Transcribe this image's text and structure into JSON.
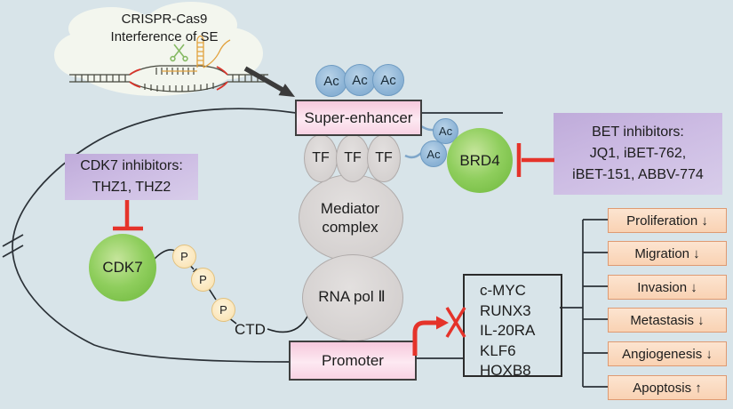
{
  "colors": {
    "background": "#d8e4e9",
    "pink_box": "#f9d2e2",
    "lavender_box": "#c8b6e0",
    "green_node": "#7fc24f",
    "blue_ac": "#8db4d6",
    "gray_node": "#d5d1d0",
    "peach_box": "#fbddc2",
    "peach_border": "#df9a72",
    "phosphate": "#fbe7bd",
    "red_inhibit": "#e5332a",
    "line": "#2b3137"
  },
  "cloud": {
    "line1": "CRISPR-Cas9",
    "line2": "Interference of SE"
  },
  "labels": {
    "ac": "Ac",
    "tf": "TF",
    "p": "P",
    "ctd": "CTD"
  },
  "nodes": {
    "super_enhancer": "Super-enhancer",
    "brd4": "BRD4",
    "cdk7": "CDK7",
    "mediator_line1": "Mediator",
    "mediator_line2": "complex",
    "rna_pol": "RNA pol Ⅱ",
    "promoter": "Promoter"
  },
  "inhibitor_boxes": {
    "bet": {
      "line1": "BET inhibitors:",
      "line2": "JQ1, iBET-762,",
      "line3": "iBET-151, ABBV-774"
    },
    "cdk7": {
      "line1": "CDK7 inhibitors:",
      "line2": "THZ1, THZ2"
    }
  },
  "genes": [
    "c-MYC",
    "RUNX3",
    "IL-20RA",
    "KLF6",
    "HOXB8"
  ],
  "outcomes": [
    "Proliferation ↓",
    "Migration ↓",
    "Invasion ↓",
    "Metastasis ↓",
    "Angiogenesis ↓",
    "Apoptosis ↑"
  ]
}
